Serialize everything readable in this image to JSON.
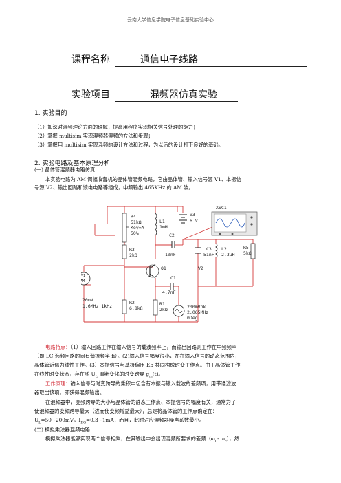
{
  "header": "云南大学信息学院电子信息基础实验中心",
  "course": {
    "label": "课程名称",
    "value": "通信电子线路"
  },
  "project": {
    "label": "实验项目",
    "value": "混频器仿真实验"
  },
  "sec1": {
    "title": "1.  实验目的",
    "items": [
      "（1）加深对混频理论方面的理解，提高用程序实现相关信号处理的能力；",
      "（2）掌握 multisim 实现混频器混频的方法和步骤；",
      "（3）掌握用 multisim 实现混频的设计方法和过程，为以后的设计打下良好的基础。"
    ]
  },
  "sec2": {
    "title": "2.  实验电路及基本原理分析",
    "sub1": "(一).晶体管混频器电路仿真",
    "p1a": "本实验电路为 AM 调幅收音机的晶体管混频电路，它由晶体管、输入信号源 V1、本振信",
    "p1b": "号源 V2、输出回路和馈电电路等组成，中频输出 465KHz 的 AM 波。",
    "feat_label": "电路特点：",
    "feat_a": "（1）输入回路工作在输入信号的载波频率上，而输出回路则工作在中频频率",
    "feat_b": "（即 LC 选频回路的固有谐振频率 fi）。(2)输入信号幅度很小，在在输入信号的动态范围内，",
    "feat_c": "晶体管近似为线性工作。(3）本振信号与基极偏压 Eb 共同构成时变工作点。由于晶体管工作",
    "feat_d": "在线性时变状态，存在随 U",
    "feat_d2": " 周期变化的时变跨导 g",
    "feat_d3": "(t)。",
    "work_label": "工作原理：",
    "work_a": "输入信号与时变跨导的乘积中包含有本振与输入载波的差频项，用带通滤波",
    "work_b": "器取出该项，即获得混频输出。",
    "p3a": "在混频器中，变频跨导的大小与晶体管的静态工作点、本振信号的幅度有关，通常为了",
    "p3b": "使混频器的变频跨导最大（进而使变频增益最大），总是将晶体管的工作点确定在：",
    "p3c": "U",
    "p3c2": "=50~200mV，I",
    "p3c3": "=0.3~1mA，而且，此时对应混频器噪声系数最小。",
    "sub2": "(二).模拟乘法器混频电路",
    "p4": "模拟乘法器能够实现两个信号相乘，在其输出中会出现混频所要求的差频（ω",
    "p4b": "- ω",
    "p4c": "），然"
  },
  "circuit": {
    "r4": "R4",
    "r4v": "51kΩ",
    "r4k": "Key=A",
    "r4p": "50%",
    "l1": "L1",
    "l1v": "1mH",
    "v3": "V3",
    "v3v": "6 V",
    "xsc": "XSC1",
    "r3": "R3",
    "r3v": "2kΩ",
    "c2": "C2",
    "c2v": "10nF",
    "q1": "Q1",
    "c3": "C3",
    "c3v": "51nF",
    "l2": "L2",
    "l2v": "2.3uH",
    "r5": "R5",
    "r5v": "5kΩ",
    "v2": "V2",
    "c1": "C1",
    "c1v": "4.7nF",
    "v1": "V1",
    "v1t": "AM",
    "v1a": "20mV",
    "v1b": "1.6MHz 1kHz",
    "r2": "R2",
    "r2v": "6.8kΩ",
    "r1": "R1",
    "r1v": "2kΩ",
    "v2a": "200mVpk",
    "v2b": "2.065MHz",
    "v2c": "0Deg"
  }
}
